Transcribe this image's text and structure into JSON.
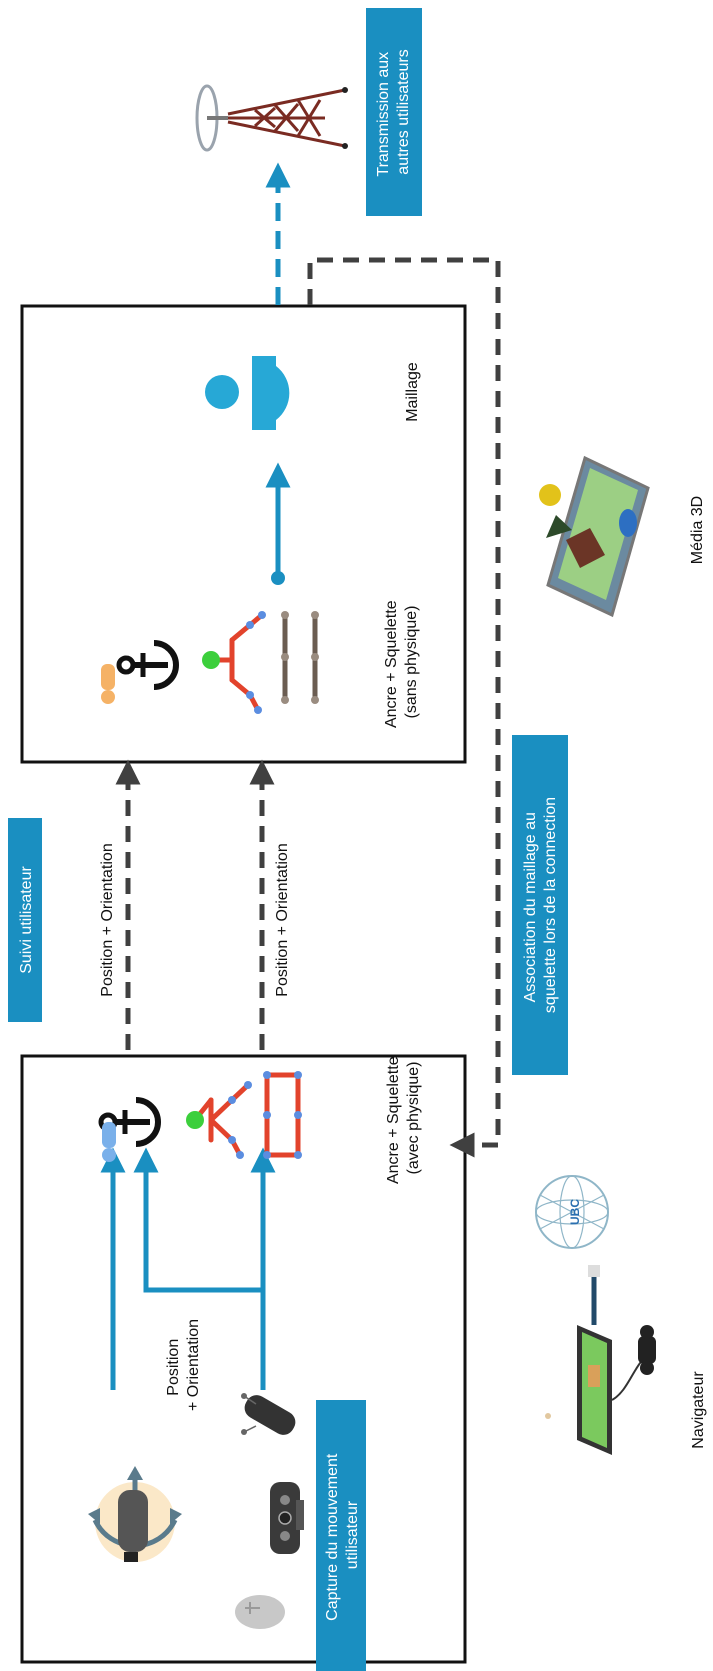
{
  "labels": {
    "capture": [
      "Capture du mouvement",
      "utilisateur"
    ],
    "suivi": "Suivi utilisateur",
    "association": [
      "Association du maillage au",
      "squelette lors de la connection"
    ],
    "transmission": [
      "Transmission aux",
      "autres utilisateurs"
    ],
    "position_orientation_top": "Position + Orientation",
    "position_orientation_bottom": "Position + Orientation",
    "position_sensors": [
      "Position",
      "+ Orientation"
    ],
    "ancre_avec": [
      "Ancre + Squelette",
      "(avec physique)"
    ],
    "ancre_sans": [
      "Ancre + Squelette",
      "(sans physique)"
    ],
    "maillage": "Maillage",
    "media": "Média 3D",
    "navigateur": "Navigateur"
  },
  "colors": {
    "accent": "#1a8fc1",
    "frame": "#111111",
    "dashed": "#404040",
    "bone": "#e2432c",
    "joint": "#5b8de0",
    "root": "#3ccf3c",
    "user_blue": "#7ab0ea",
    "user_orange": "#f5b266",
    "mesh": "#27a8d6"
  },
  "icons": [
    "vr-headset-icon",
    "depth-camera-icon",
    "vr-controller-icon",
    "mouse-icon",
    "anchor-icon",
    "user-icon",
    "skeleton-icon",
    "mesh-avatar-icon",
    "radio-tower-icon",
    "media-3d-icon",
    "navigator-icon",
    "gamepad-icon",
    "logo-sphere-icon"
  ]
}
